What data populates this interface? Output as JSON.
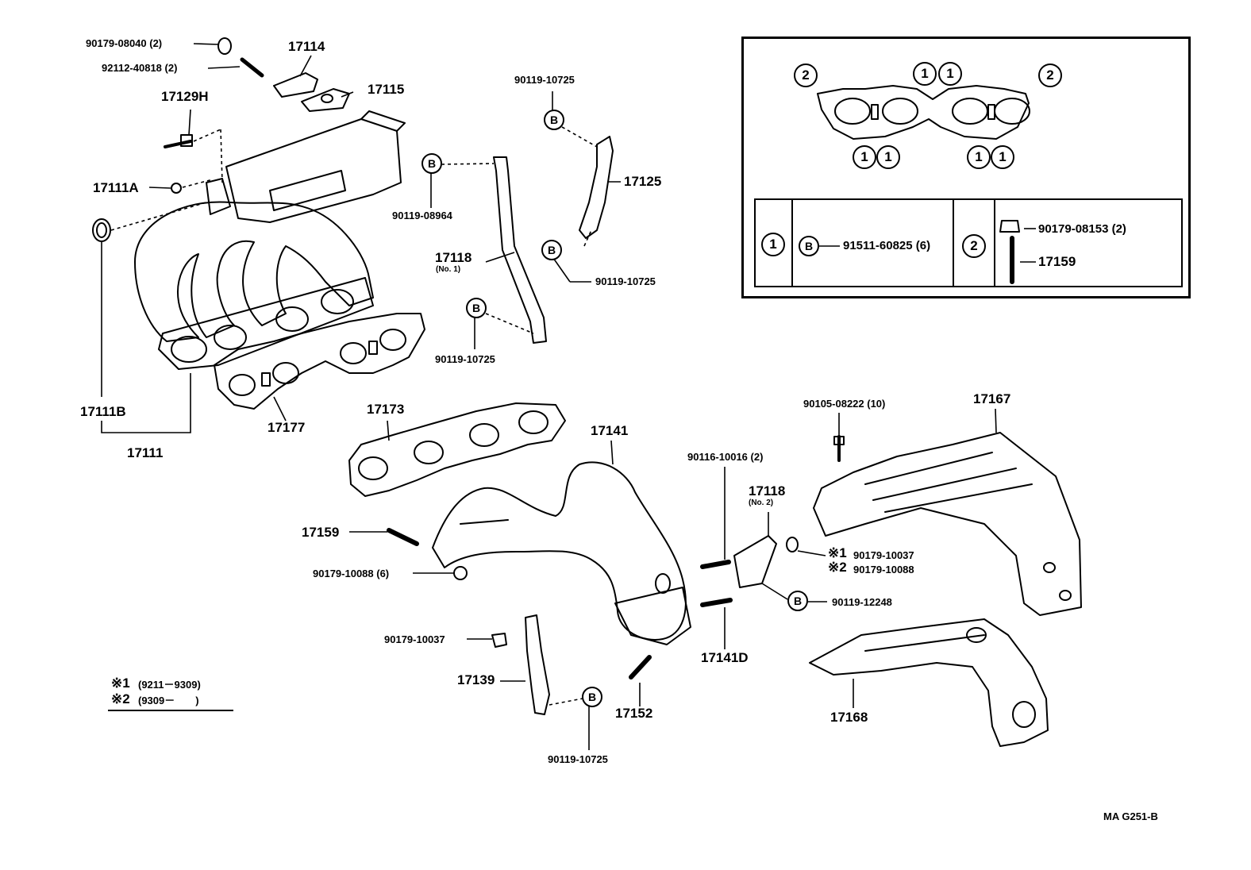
{
  "parts": {
    "p90179_08040": "90179-08040 (2)",
    "p92112_40818": "92112-40818 (2)",
    "p17114": "17114",
    "p17115": "17115",
    "p17129H": "17129H",
    "p17111A": "17111A",
    "p17111B": "17111B",
    "p17111": "17111",
    "p17177": "17177",
    "p90119_10725_top": "90119-10725",
    "p90119_08964": "90119-08964",
    "p17125": "17125",
    "p17118_no1": "17118",
    "p17118_no1_sub": "(No. 1)",
    "p90119_10725_mid": "90119-10725",
    "p90119_10725_left": "90119-10725",
    "p17173": "17173",
    "p17141": "17141",
    "p17159": "17159",
    "p90179_10088_6": "90179-10088 (6)",
    "p90179_10037_left": "90179-10037",
    "p17139": "17139",
    "p90119_10725_bottom": "90119-10725",
    "p17152": "17152",
    "p90116_10016": "90116-10016 (2)",
    "p17118_no2": "17118",
    "p17118_no2_sub": "(No. 2)",
    "p17141D": "17141D",
    "p90179_10037_right": "90179-10037",
    "p90179_10088_right": "90179-10088",
    "p90119_12248": "90119-12248",
    "p90105_08222": "90105-08222 (10)",
    "p17167": "17167",
    "p17168": "17168"
  },
  "markers": {
    "b": "B",
    "one": "1",
    "two": "2",
    "star1": "※1",
    "star2": "※2"
  },
  "legend": {
    "row1_part": "91511-60825 (6)",
    "row2_part_a": "90179-08153 (2)",
    "row2_part_b": "17159"
  },
  "notes": {
    "star1_range": "(9211－9309)",
    "star2_range": "(9309－　　)"
  },
  "footer": {
    "code": "MA  G251-B"
  }
}
